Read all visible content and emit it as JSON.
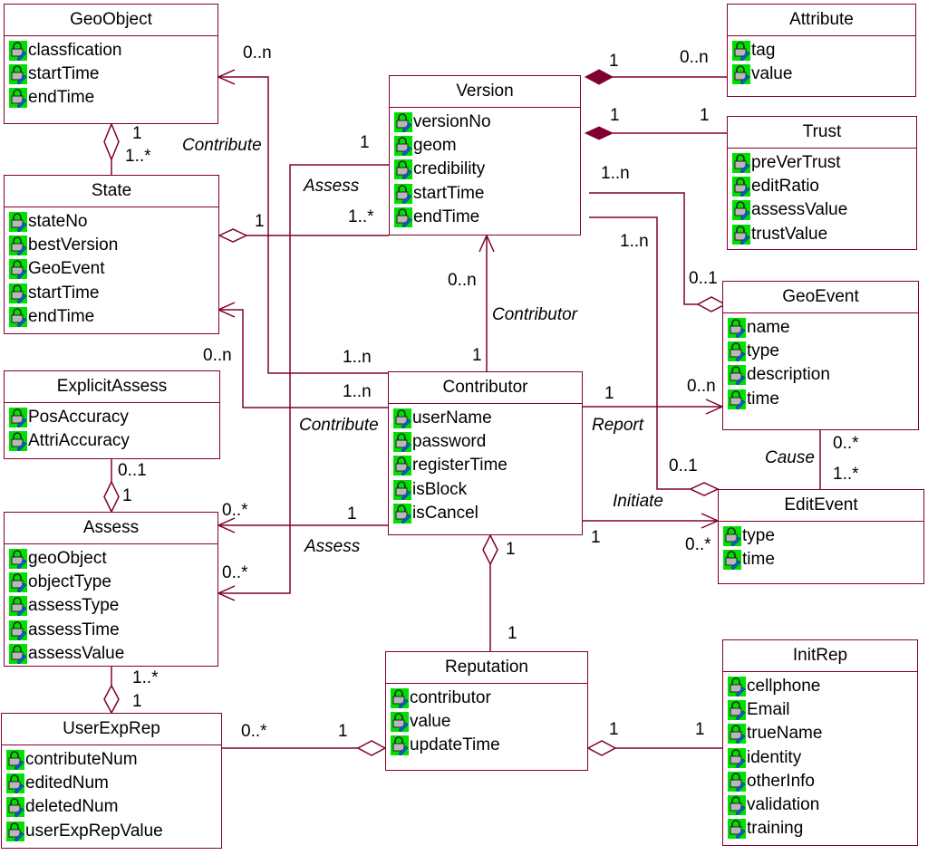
{
  "classes": {
    "geoobject": {
      "name": "GeoObject",
      "attrs": [
        "classfication",
        "startTime",
        "endTime"
      ]
    },
    "state": {
      "name": "State",
      "attrs": [
        "stateNo",
        "bestVersion",
        "GeoEvent",
        "startTime",
        "endTime"
      ]
    },
    "explicitassess": {
      "name": "ExplicitAssess",
      "attrs": [
        "PosAccuracy",
        "AttriAccuracy"
      ]
    },
    "assess": {
      "name": "Assess",
      "attrs": [
        "geoObject",
        "objectType",
        "assessType",
        "assessTime",
        "assessValue"
      ]
    },
    "userexprep": {
      "name": "UserExpRep",
      "attrs": [
        "contributeNum",
        "editedNum",
        "deletedNum",
        "userExpRepValue"
      ]
    },
    "version": {
      "name": "Version",
      "attrs": [
        "versionNo",
        "geom",
        "credibility",
        "startTime",
        "endTime"
      ]
    },
    "contributor": {
      "name": "Contributor",
      "attrs": [
        "userName",
        "password",
        "registerTime",
        "isBlock",
        "isCancel"
      ]
    },
    "reputation": {
      "name": "Reputation",
      "attrs": [
        "contributor",
        "value",
        "updateTime"
      ]
    },
    "attribute": {
      "name": "Attribute",
      "attrs": [
        "tag",
        "value"
      ]
    },
    "trust": {
      "name": "Trust",
      "attrs": [
        "preVerTrust",
        "editRatio",
        "assessValue",
        "trustValue"
      ]
    },
    "geoevent": {
      "name": "GeoEvent",
      "attrs": [
        "name",
        "type",
        "description",
        "time"
      ]
    },
    "editevent": {
      "name": "EditEvent",
      "attrs": [
        "type",
        "time"
      ]
    },
    "initrep": {
      "name": "InitRep",
      "attrs": [
        "cellphone",
        "Email",
        "trueName",
        "identity",
        "otherInfo",
        "validation",
        "training"
      ]
    }
  },
  "labels": {
    "geo_state_1": "1",
    "geo_state_many": "1..*",
    "contribute_a": "Contribute",
    "contribute_a_0n": "0..n",
    "contribute_a_1n": "1..n",
    "state_version_1": "1",
    "state_version_many": "1..*",
    "assess_a": "Assess",
    "assess_a_1": "1",
    "contribute_b": "Contribute",
    "contribute_b_0n": "0..n",
    "contribute_b_1n": "1..n",
    "explicit_assess_01": "0..1",
    "explicit_assess_1": "1",
    "assess_b": "Assess",
    "assess_b_1": "1",
    "assess_b_0star": "0..*",
    "assess_a_0star": "0..*",
    "assess_ux_many": "1..*",
    "assess_ux_1": "1",
    "ux_rep_0star": "0..*",
    "ux_rep_1": "1",
    "contributor_role": "Contributor",
    "contributor_0n": "0..n",
    "contributor_1": "1",
    "contrib_rep_1a": "1",
    "contrib_rep_1b": "1",
    "rep_init_1a": "1",
    "rep_init_1b": "1",
    "attr_1": "1",
    "attr_0n": "0..n",
    "trust_1a": "1",
    "trust_1b": "1",
    "version_geoevent_1n": "1..n",
    "version_editevent_1n": "1..n",
    "geoevent_01": "0..1",
    "report": "Report",
    "report_1": "1",
    "report_0n": "0..n",
    "cause": "Cause",
    "cause_0star": "0..*",
    "cause_1star": "1..*",
    "initiate": "Initiate",
    "initiate_01": "0..1",
    "initiate_1": "1",
    "initiate_0star": "0..*"
  },
  "colors": {
    "line": "#800030",
    "diamond_fill": "#800030",
    "icon_green": "#00e000",
    "icon_blue": "#1060e0"
  },
  "icon_name": "attribute-lock-icon"
}
